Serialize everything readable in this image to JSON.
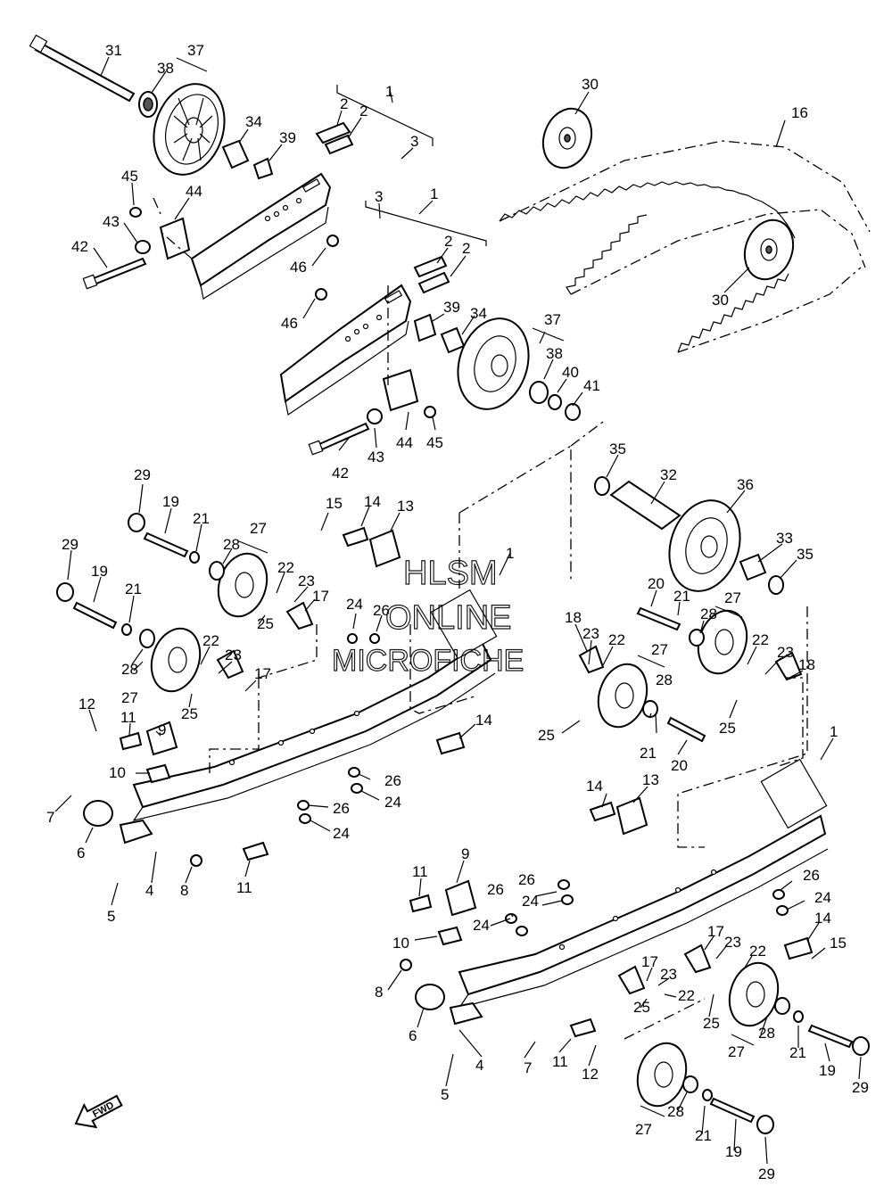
{
  "watermark": {
    "line1": "HLSM",
    "line2": "ONLINE",
    "line3": "MICROFICHE"
  },
  "fwd_label": "FWD",
  "callouts": {
    "n1": "1",
    "n2": "2",
    "n3": "3",
    "n4": "4",
    "n5": "5",
    "n6": "6",
    "n7": "7",
    "n8": "8",
    "n9": "9",
    "n10": "10",
    "n11": "11",
    "n12": "12",
    "n13": "13",
    "n14": "14",
    "n15": "15",
    "n16": "16",
    "n17": "17",
    "n18": "18",
    "n19": "19",
    "n20": "20",
    "n21": "21",
    "n22": "22",
    "n23": "23",
    "n24": "24",
    "n25": "25",
    "n26": "26",
    "n27": "27",
    "n28": "28",
    "n29": "29",
    "n30": "30",
    "n31": "31",
    "n32": "32",
    "n33": "33",
    "n34": "34",
    "n35": "35",
    "n36": "36",
    "n37": "37",
    "n38": "38",
    "n39": "39",
    "n40": "40",
    "n41": "41",
    "n42": "42",
    "n43": "43",
    "n44": "44",
    "n45": "45",
    "n46": "46"
  },
  "colors": {
    "ink": "#000000",
    "paper": "#ffffff",
    "watermark": "#000000"
  }
}
